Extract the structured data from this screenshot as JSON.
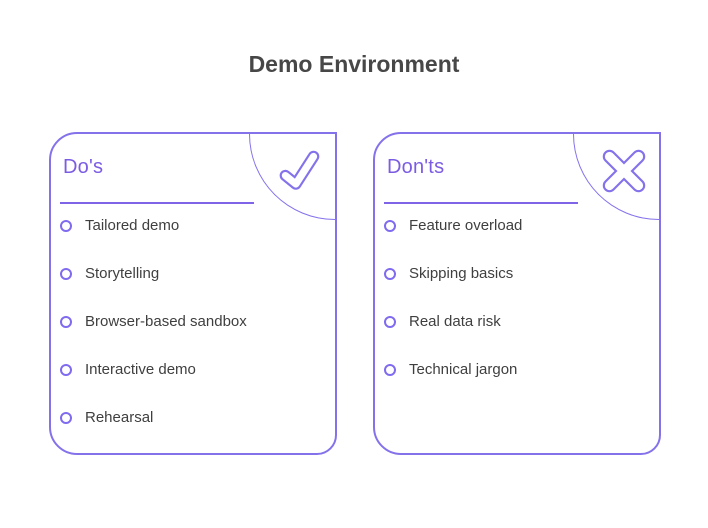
{
  "page": {
    "title": "Demo Environment"
  },
  "colors": {
    "accent_border": "#8472EB",
    "heading_purple": "#7C5CE3",
    "underline_purple": "#7F64E8",
    "bullet_purple": "#7F6BEF",
    "title_text": "#474747",
    "body_text": "#3F3F3F",
    "background": "#FFFFFF"
  },
  "cards": [
    {
      "heading": "Do's",
      "icon": "check-icon",
      "items": [
        "Tailored demo",
        "Storytelling",
        "Browser-based sandbox",
        "Interactive demo",
        "Rehearsal"
      ]
    },
    {
      "heading": "Don'ts",
      "icon": "cross-icon",
      "items": [
        "Feature overload",
        "Skipping basics",
        "Real data risk",
        "Technical jargon"
      ]
    }
  ]
}
